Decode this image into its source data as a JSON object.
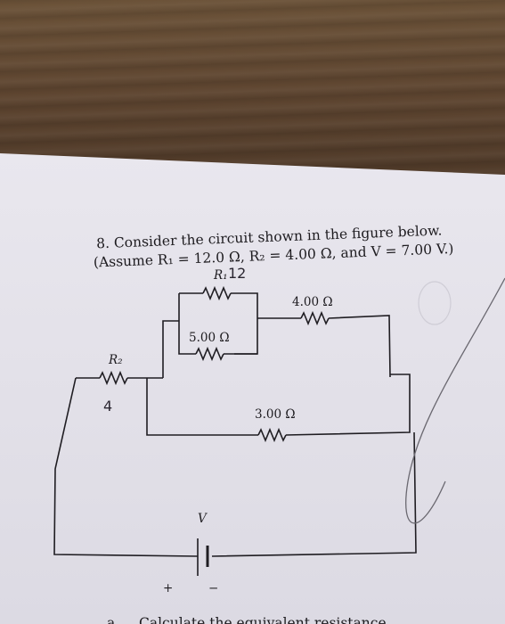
{
  "question": {
    "line1": "8.  Consider the circuit shown in the figure below.",
    "line2": "(Assume R₁ = 12.0 Ω, R₂ = 4.00 Ω, and V = 7.00 V.)"
  },
  "circuit": {
    "r1_label": "R₁",
    "r1_handwritten": "12",
    "r2_label": "R₂",
    "r2_handwritten": "4",
    "res_5": "5.00 Ω",
    "res_4": "4.00 Ω",
    "res_3": "3.00 Ω",
    "battery_label": "V",
    "plus": "+",
    "minus": "−"
  },
  "part_a": {
    "letter": "a",
    "text": "Calculate the equivalent resistance"
  }
}
